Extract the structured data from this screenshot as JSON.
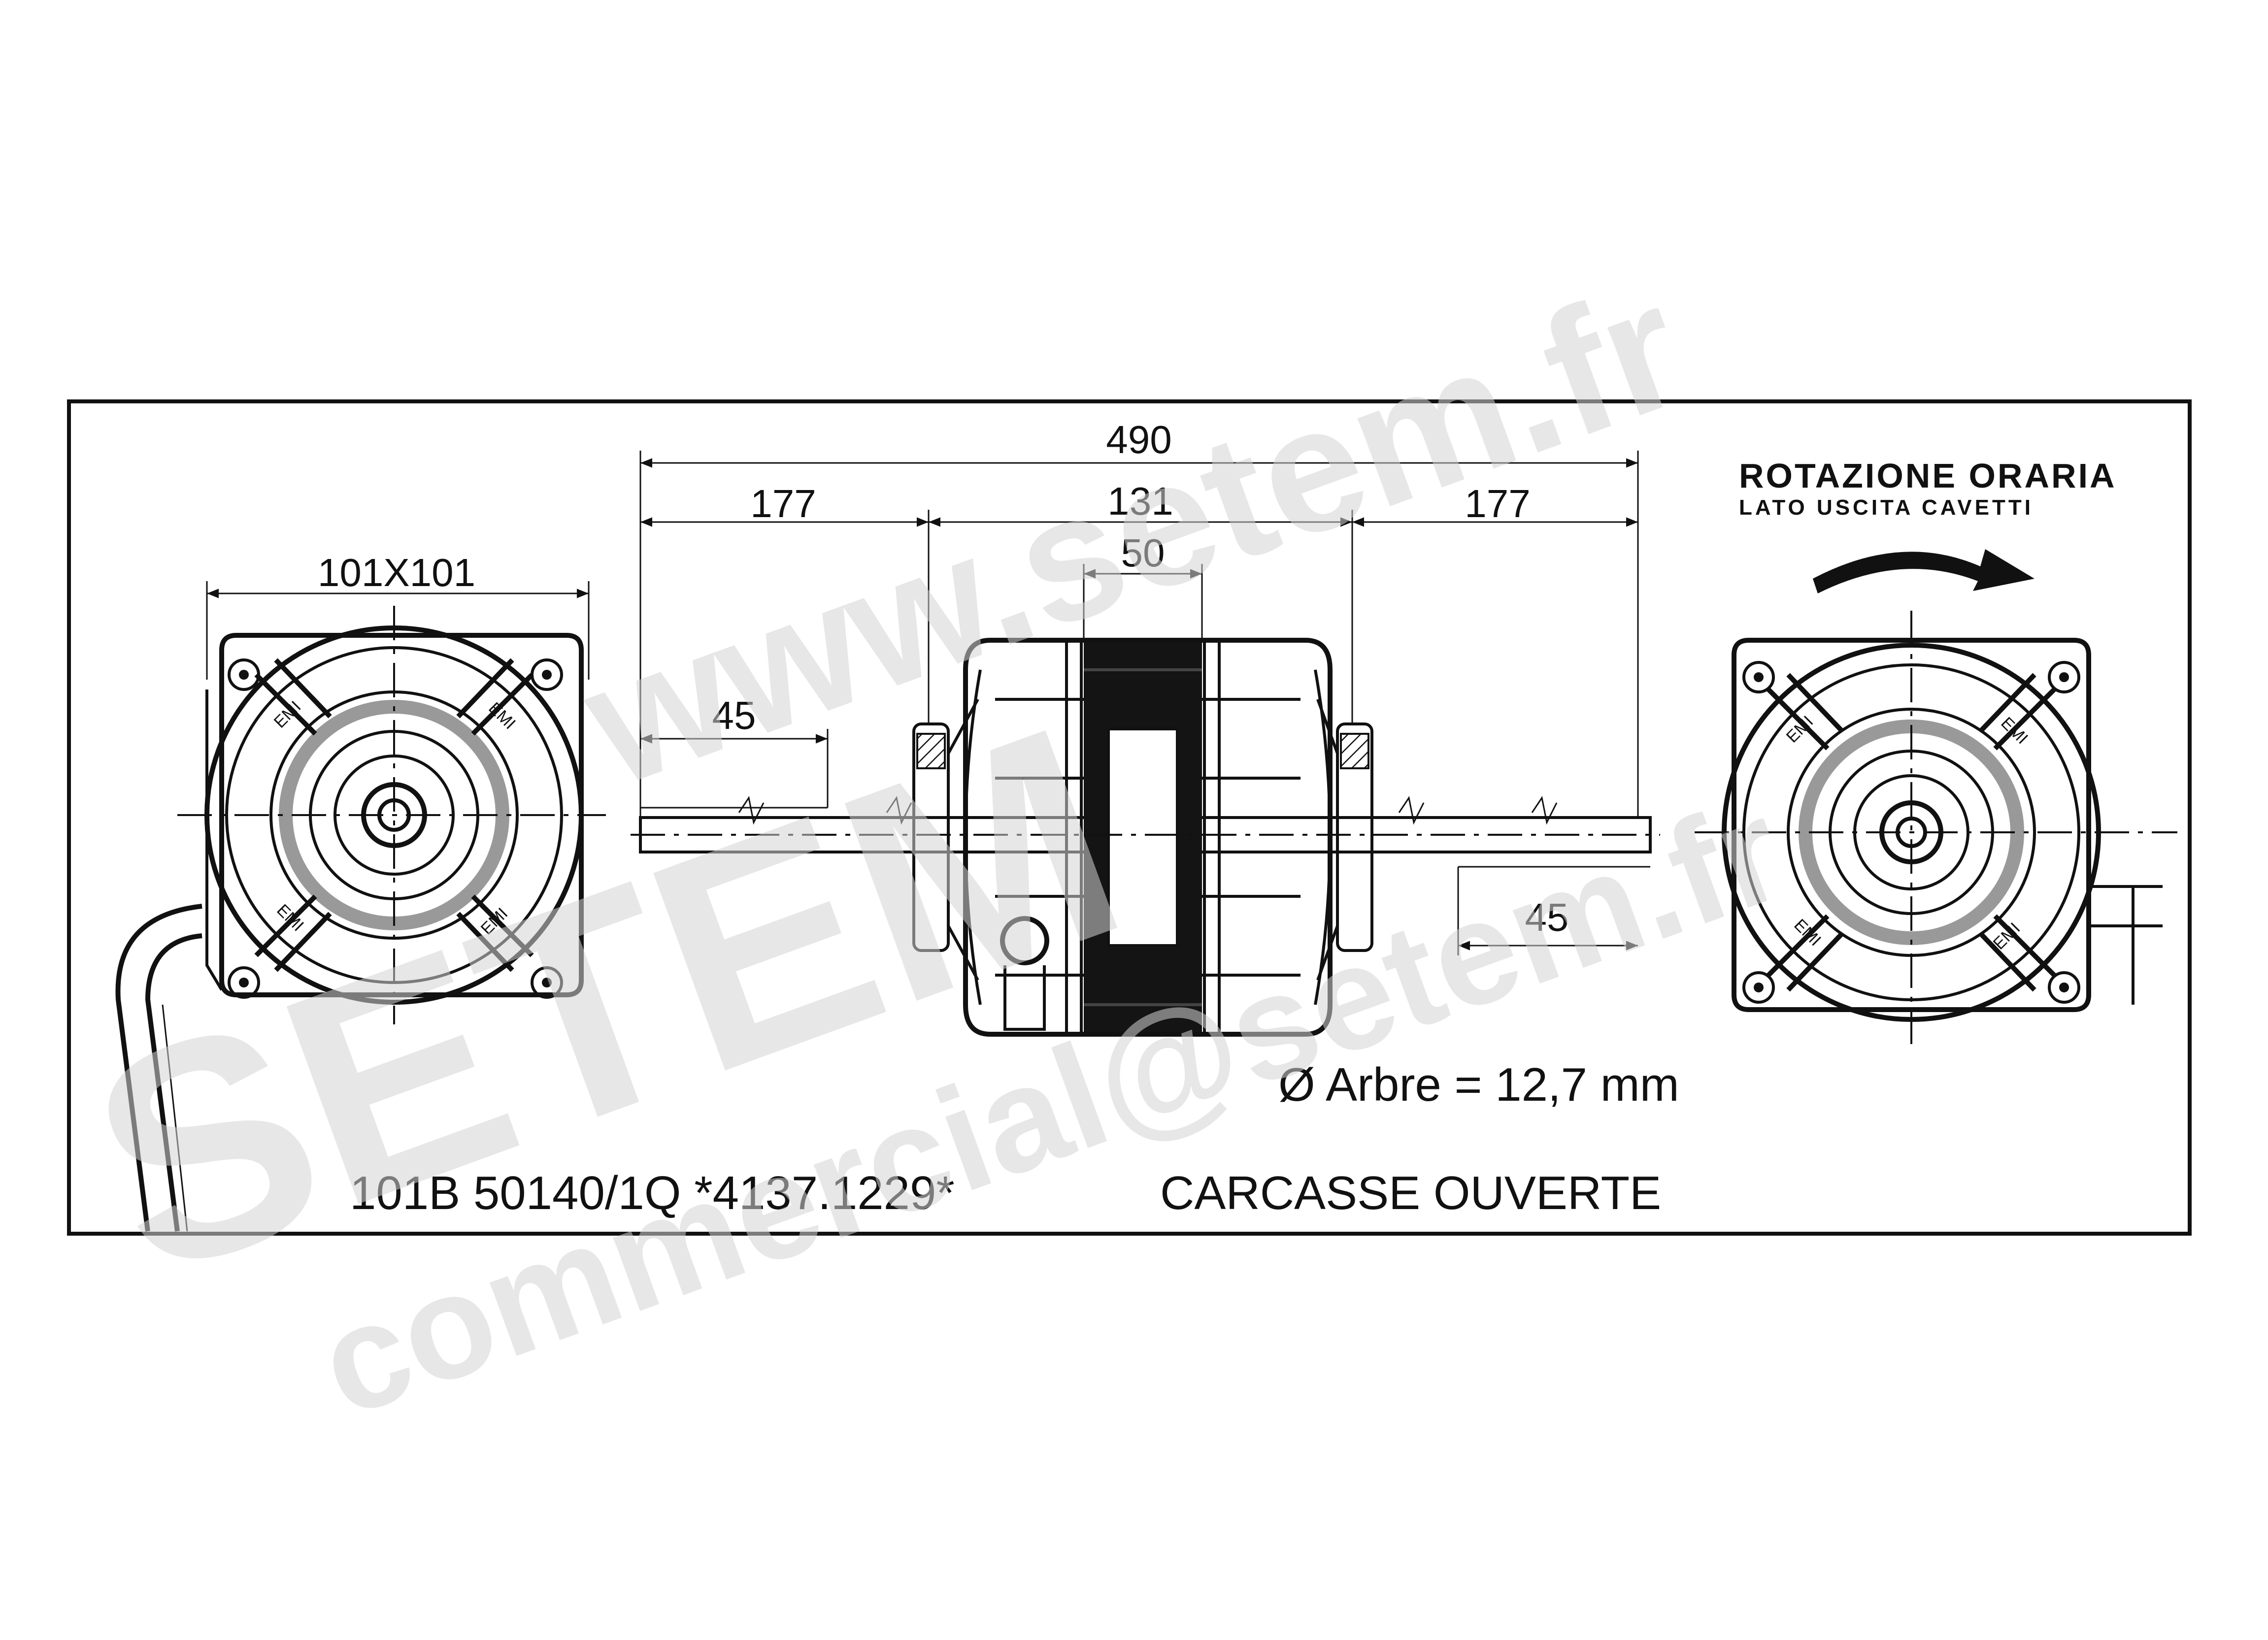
{
  "dimensions": {
    "overall_length": "490",
    "shaft_left": "177",
    "body": "131",
    "center": "50",
    "shaft_right": "177",
    "flat_left": "45",
    "flat_right": "45",
    "flange_size": "101X101"
  },
  "rotation": {
    "title": "ROTAZIONE ORARIA",
    "subtitle": "LATO USCITA CAVETTI"
  },
  "shaft_diameter": "Ø Arbre = 12,7 mm",
  "model_code": "101B 50140/1Q *4137.1229*",
  "frame_type": "CARCASSE OUVERTE",
  "flange_marks": [
    "EMI",
    "EMI",
    "EMI",
    "EMI"
  ],
  "watermarks": {
    "site": "www.setem.fr",
    "brand": "SETEM",
    "email": "commercial@setem.fr"
  }
}
